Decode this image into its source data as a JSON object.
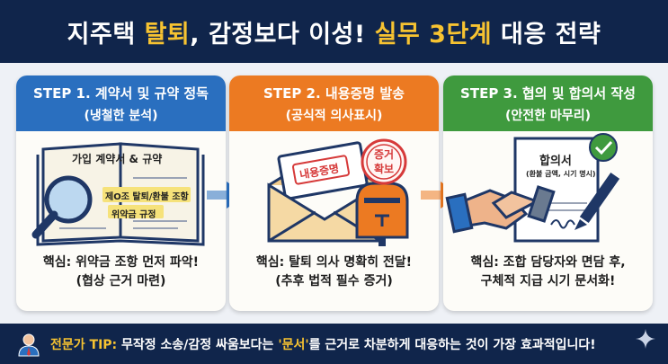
{
  "header": {
    "title_part1": "지주택 ",
    "title_hl1": "탈퇴",
    "title_part2": ", 감정보다 이성! ",
    "title_hl2": "실무 3단계",
    "title_part3": " 대응 전략"
  },
  "steps": [
    {
      "title": "STEP 1. 계약서 및 규약 정독",
      "subtitle": "(냉철한 분석)",
      "doc_title": "가입 계약서 & 규약",
      "highlight1": "제O조 탈퇴/환불 조항",
      "highlight2": "위약금 규정",
      "core_line1": "핵심: 위약금 조항 먼저 파악!",
      "core_line2": "(협상 근거 마련)"
    },
    {
      "title": "STEP 2. 내용증명 발송",
      "subtitle": "(공식적 의사표시)",
      "envelope_label": "내용증명",
      "stamp_line1": "증거",
      "stamp_line2": "확보",
      "core_line1": "핵심: 탈퇴 의사 명확히 전달!",
      "core_line2": "(추후 법적 필수 증거)"
    },
    {
      "title": "STEP 3. 협의 및 합의서 작성",
      "subtitle": "(안전한 마무리)",
      "doc_title": "합의서",
      "doc_sub": "(환불 금액, 시기 명시)",
      "core_line1": "핵심: 조합 담당자와 면담 후,",
      "core_line2": "구체적 지급 시기 문서화!"
    }
  ],
  "tip": {
    "label": "전문가 TIP:",
    "text_before": " 무작정 소송/감정 싸움보다는 ",
    "quoted": "'문서'",
    "text_after": "를 근거로 차분하게 대응하는 것이 가장 효과적입니다!"
  },
  "colors": {
    "navy": "#10254b",
    "accent_yellow": "#f7c331",
    "step1": "#2a6fbf",
    "step2": "#ec7a22",
    "step3": "#3f9a3e"
  },
  "icons": [
    "magnifier-icon",
    "envelope-icon",
    "mailbox-icon",
    "handshake-icon",
    "pen-icon",
    "check-icon",
    "expert-icon",
    "sparkle-icon"
  ]
}
